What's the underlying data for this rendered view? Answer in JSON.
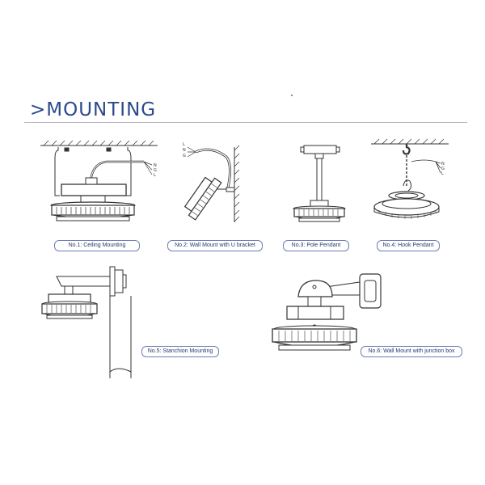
{
  "header": {
    "title": ">MOUNTING"
  },
  "figures": [
    {
      "caption": "No.1: Ceiling Mounting"
    },
    {
      "caption": "No.2: Wall Mount with U bracket",
      "wires": [
        "L",
        "N",
        "G"
      ]
    },
    {
      "caption": "No.3: Pole Pendant"
    },
    {
      "caption": "No.4: Hook Pendant",
      "wires": [
        "N",
        "G",
        "L"
      ]
    },
    {
      "caption": "No.5: Stanchion Mounting"
    },
    {
      "caption": "No.6: Wall Mount with junction box"
    }
  ],
  "fig1_wires": [
    "N",
    "G",
    "L"
  ],
  "colors": {
    "accent": "#2b4a8c",
    "line": "#333333",
    "caption_border": "#6d7fb5"
  }
}
